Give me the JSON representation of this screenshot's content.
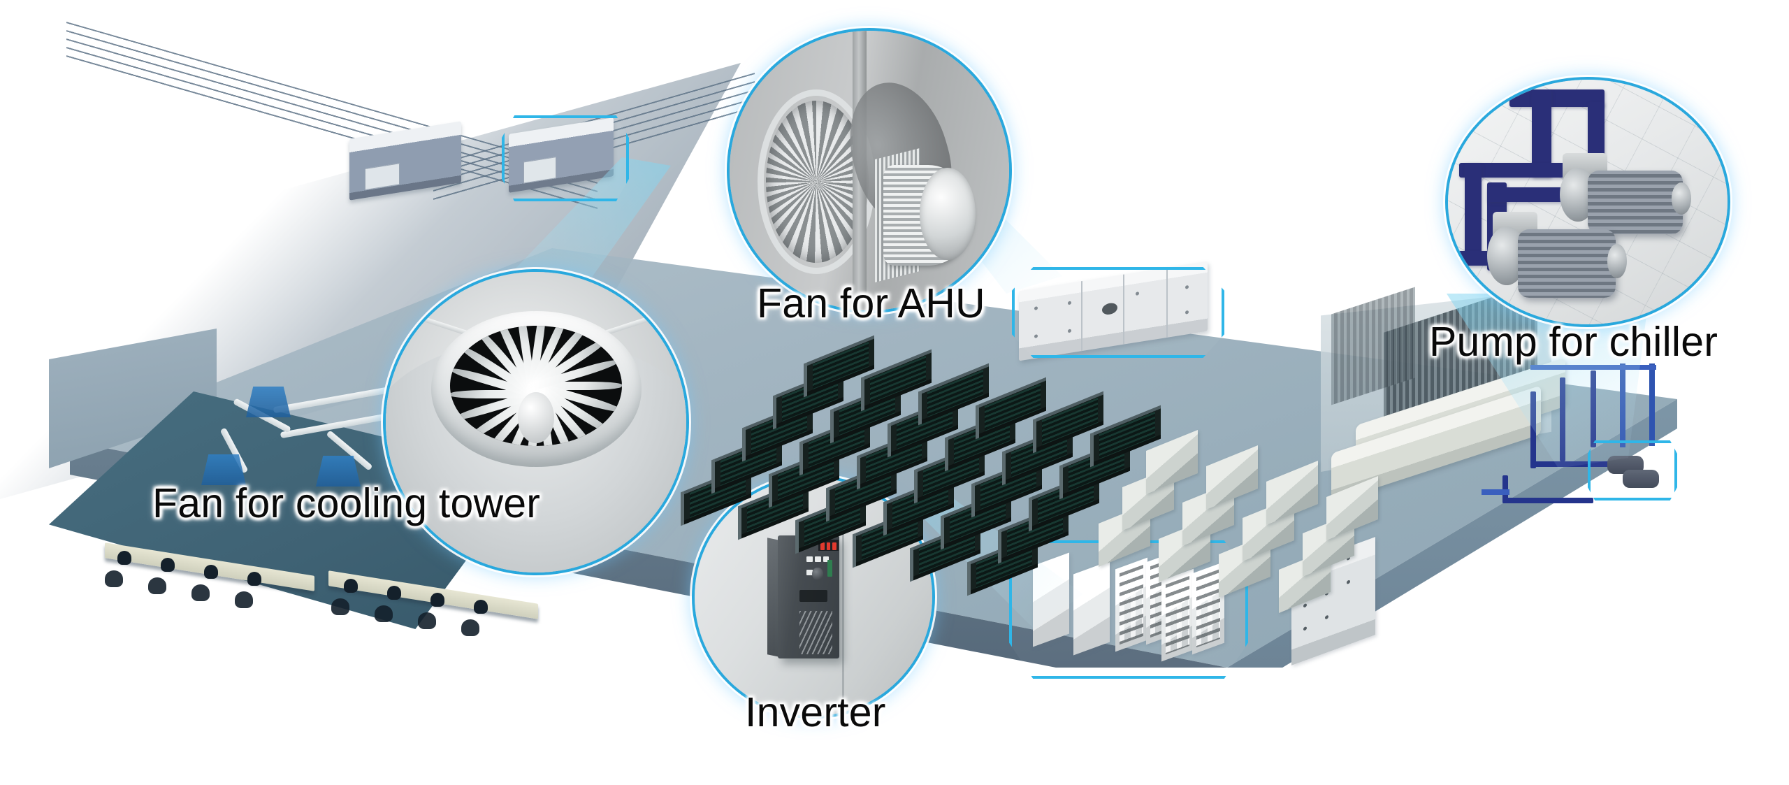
{
  "diagram": {
    "title": "HVAC building equipment overview",
    "accent_color": "#29a8dd",
    "pipe_color": "#24348c",
    "floor_color": "#9cb0bd",
    "office_floor_color": "#3f6274",
    "rack_color": "#16211f"
  },
  "callouts": [
    {
      "id": "fan-cooling-tower",
      "label": "Fan for cooling tower",
      "subject": "axial-fan-icon",
      "source": "rooftop cooling tower unit"
    },
    {
      "id": "fan-ahu",
      "label": "Fan for AHU",
      "subject": "centrifugal-fan-icon",
      "source": "air handling unit"
    },
    {
      "id": "inverter",
      "label": "Inverter",
      "subject": "vfd-drive-icon",
      "source": "wall mounted drive"
    },
    {
      "id": "pump-chiller",
      "label": "Pump for chiller",
      "subject": "centrifugal-pump-icon",
      "source": "chiller pump set"
    }
  ],
  "highlights": [
    {
      "id": "rooftop-unit",
      "name": "rooftop-cooling-tower-highlight"
    },
    {
      "id": "ahu-unit",
      "name": "ahu-highlight"
    },
    {
      "id": "equipment-racks",
      "name": "equipment-rack-highlight"
    },
    {
      "id": "chiller-pumps",
      "name": "chiller-pump-highlight"
    }
  ]
}
